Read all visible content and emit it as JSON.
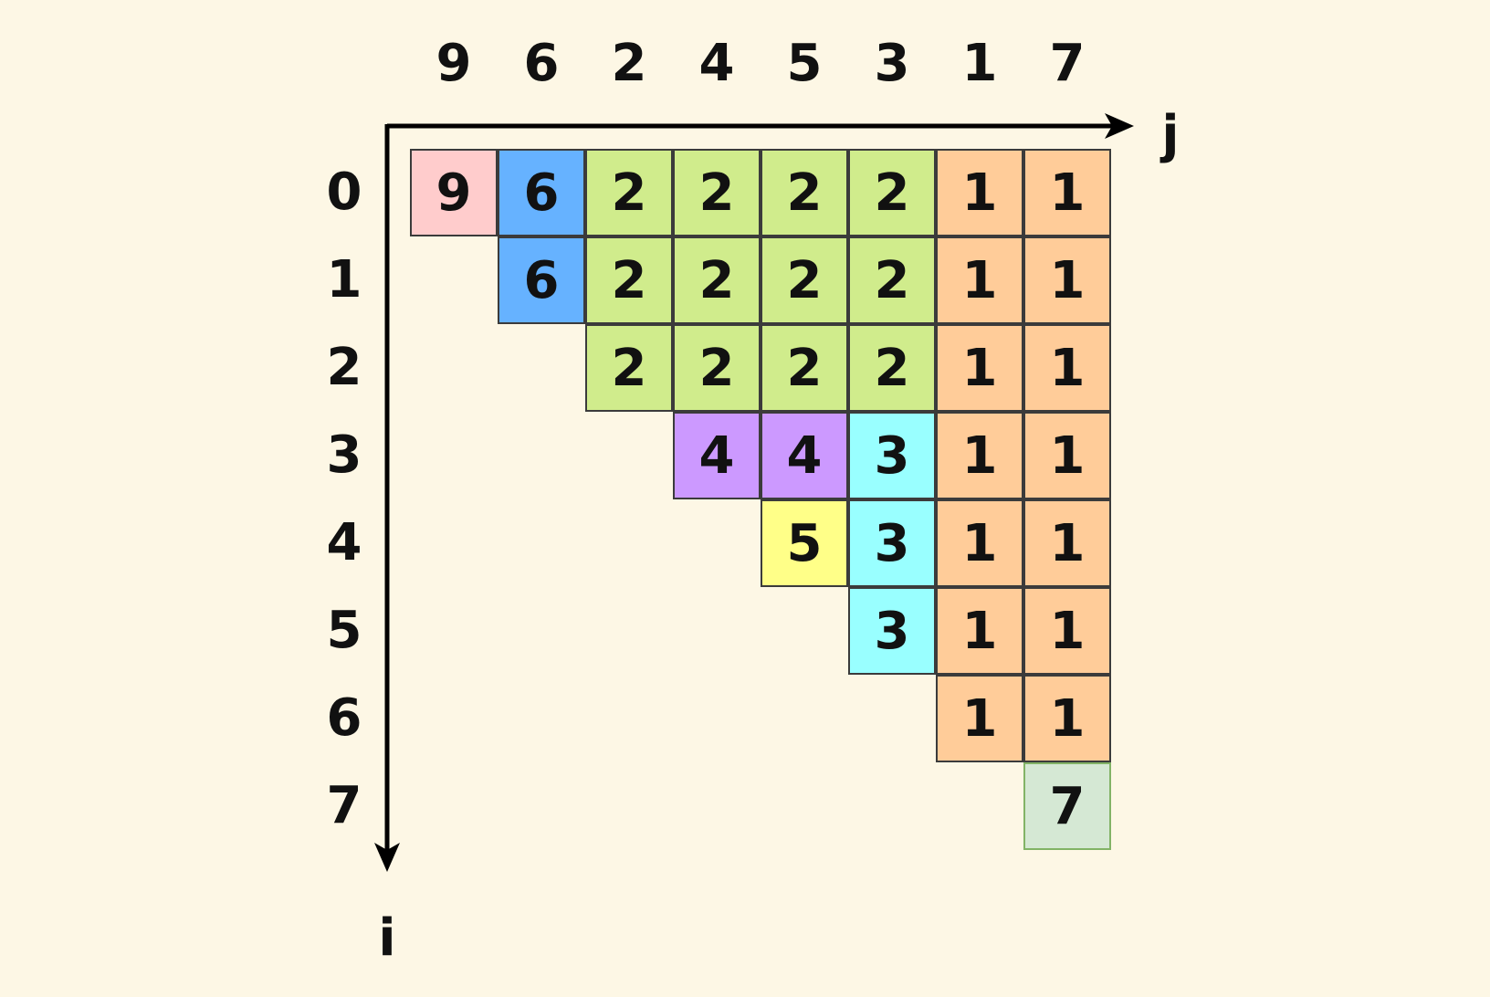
{
  "sequence": [
    "9",
    "6",
    "2",
    "4",
    "5",
    "3",
    "1",
    "7"
  ],
  "row_labels": [
    "0",
    "1",
    "2",
    "3",
    "4",
    "5",
    "6",
    "7"
  ],
  "axis_j_label": "j",
  "axis_i_label": "i",
  "matrix": [
    [
      "9",
      "6",
      "2",
      "2",
      "2",
      "2",
      "1",
      "1"
    ],
    [
      null,
      "6",
      "2",
      "2",
      "2",
      "2",
      "1",
      "1"
    ],
    [
      null,
      null,
      "2",
      "2",
      "2",
      "2",
      "1",
      "1"
    ],
    [
      null,
      null,
      null,
      "4",
      "4",
      "3",
      "1",
      "1"
    ],
    [
      null,
      null,
      null,
      null,
      "5",
      "3",
      "1",
      "1"
    ],
    [
      null,
      null,
      null,
      null,
      null,
      "3",
      "1",
      "1"
    ],
    [
      null,
      null,
      null,
      null,
      null,
      null,
      "1",
      "1"
    ],
    [
      null,
      null,
      null,
      null,
      null,
      null,
      null,
      "7"
    ]
  ],
  "value_colors": {
    "9": "#ffcccc",
    "6": "#66b2ff",
    "2": "#d0ec8c",
    "4": "#cc99ff",
    "5": "#ffff88",
    "3": "#99ffff",
    "1": "#ffcc99",
    "7": "#d5e8d4"
  },
  "highlight_border": "#82b366"
}
